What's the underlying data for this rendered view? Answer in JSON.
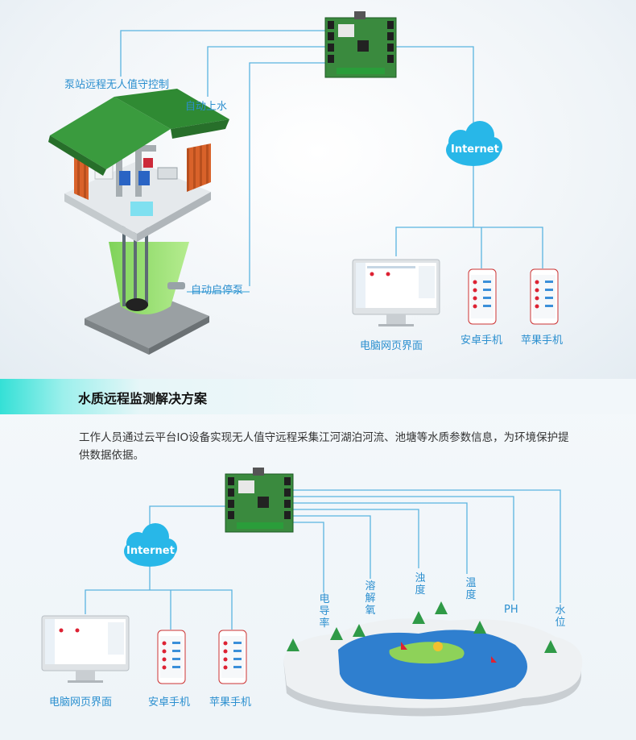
{
  "top": {
    "pump_station_label": "泵站远程无人值守控制",
    "auto_water_label": "自动上水",
    "auto_pump_label": "自动启停泵",
    "cloud_label": "Internet",
    "pc_label": "电脑网页界面",
    "android_label": "安卓手机",
    "iphone_label": "苹果手机"
  },
  "section": {
    "title": "水质远程监测解决方案",
    "description": "工作人员通过云平台IO设备实现无人值守远程采集江河湖泊河流、池塘等水质参数信息，为环境保护提供数据依据。"
  },
  "bottom": {
    "cloud_label": "Internet",
    "pc_label": "电脑网页界面",
    "android_label": "安卓手机",
    "iphone_label": "苹果手机",
    "sensors": {
      "conductivity": "电导率",
      "dissolved_oxygen": "溶解氧",
      "turbidity": "浊度",
      "temperature": "温度",
      "ph": "PH",
      "water_level": "水位"
    }
  },
  "colors": {
    "line": "#5ab4e0",
    "label": "#2b8fcf",
    "cloud": "#28b7e8",
    "roof": "#3a9b3e",
    "pcb": "#2e7d3e",
    "water": "#2f7fcf"
  }
}
